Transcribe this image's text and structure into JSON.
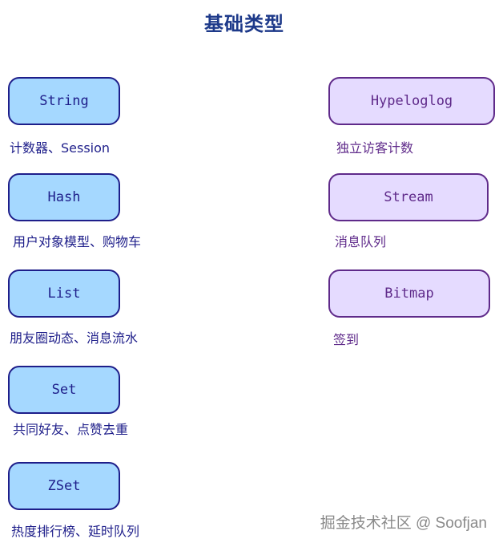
{
  "title": "基础类型",
  "left": [
    {
      "name": "String",
      "desc": "计数器、Session"
    },
    {
      "name": "Hash",
      "desc": "用户对象模型、购物车"
    },
    {
      "name": "List",
      "desc": "朋友圈动态、消息流水"
    },
    {
      "name": "Set",
      "desc": "共同好友、点赞去重"
    },
    {
      "name": "ZSet",
      "desc": "热度排行榜、延时队列"
    }
  ],
  "right": [
    {
      "name": "Hypeloglog",
      "desc": "独立访客计数"
    },
    {
      "name": "Stream",
      "desc": "消息队列"
    },
    {
      "name": "Bitmap",
      "desc": "签到"
    }
  ],
  "watermark": "掘金技术社区 @ Soofjan",
  "colors": {
    "blue_fill": "#a5d8ff",
    "blue_stroke": "#1e1e8a",
    "purple_fill": "#e5dbff",
    "purple_stroke": "#5f2a8a"
  }
}
